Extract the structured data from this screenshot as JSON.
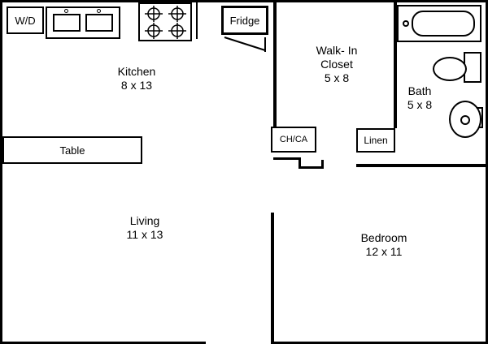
{
  "rooms": {
    "kitchen": {
      "name": "Kitchen",
      "dims": "8 x 13"
    },
    "walk_in_closet": {
      "line1": "Walk- In",
      "line2": "Closet",
      "dims": "5 x 8"
    },
    "bath": {
      "name": "Bath",
      "dims": "5 x 8"
    },
    "living": {
      "name": "Living",
      "dims": "11 x 13"
    },
    "bedroom": {
      "name": "Bedroom",
      "dims": "12 x 11"
    }
  },
  "fixtures": {
    "washer_dryer": "W/D",
    "fridge": "Fridge",
    "table": "Table",
    "chase": "CH/CA",
    "linen": "Linen"
  },
  "icons": {
    "kitchen_sink": "double-sink-icon",
    "stove": "stove-burners-icon",
    "bathtub": "bathtub-icon",
    "toilet": "toilet-icon",
    "bath_sink": "bathroom-sink-icon",
    "fridge_door": "fridge-door-swing"
  },
  "colors": {
    "wall": "#000000",
    "background": "#ffffff"
  }
}
